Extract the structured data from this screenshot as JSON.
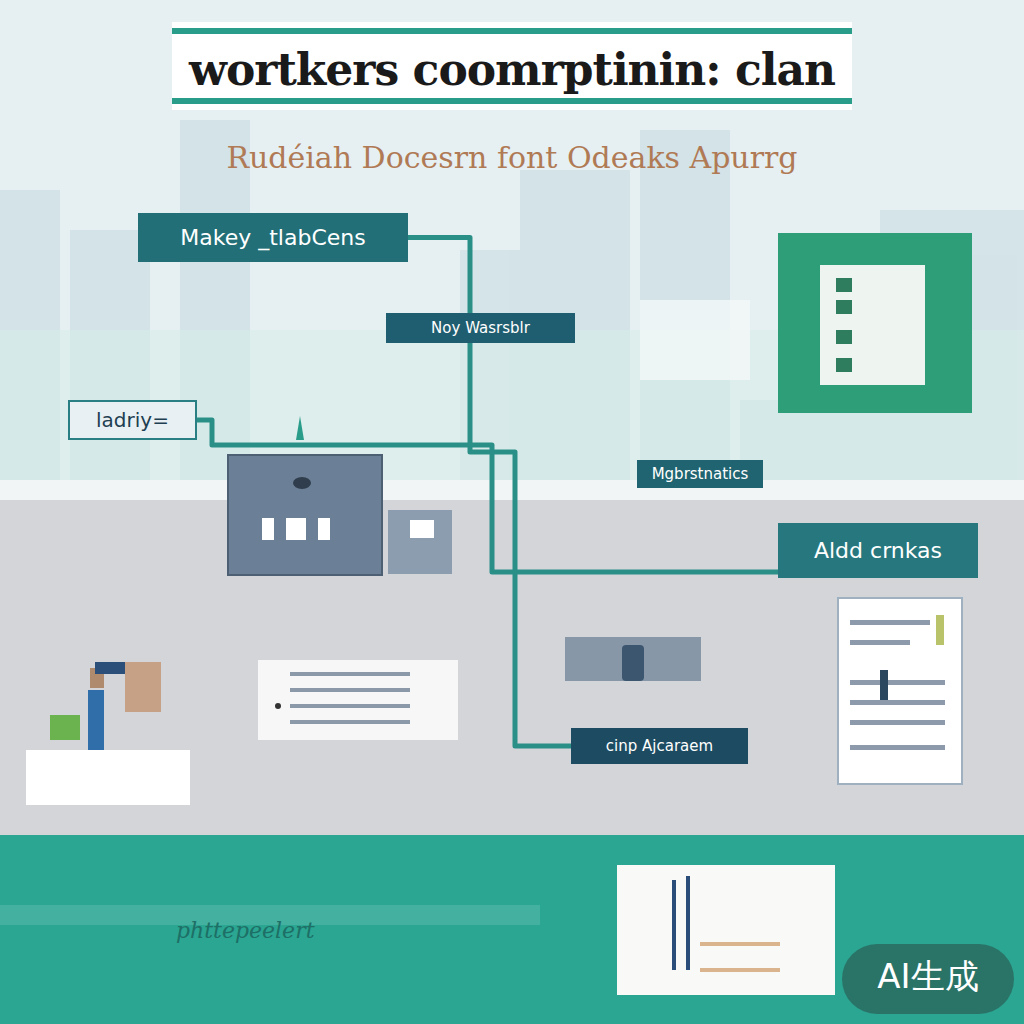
{
  "diagram": {
    "title": "wortkers coomrptinin: clan",
    "nodes": [
      {
        "text": [
          "Makey _tlabCens"
        ]
      },
      {
        "text": [
          "Noy Wasrsblr"
        ]
      },
      {
        "text": [
          "ladriy="
        ]
      },
      {
        "text": [
          "Mgbrstnatics"
        ]
      },
      {
        "text": [
          "Aldd crnkas"
        ]
      },
      {
        "text": [
          "cinp Ajcaraem"
        ]
      }
    ],
    "edges": [
      {
        "from": 0,
        "to": 5,
        "arrow": "none"
      },
      {
        "from": 2,
        "to": 4,
        "arrow": "none"
      }
    ],
    "labels": [
      "Rudéiah Docesrn font Odeaks Apurrg",
      "phttepeelert",
      "AI生成"
    ]
  }
}
